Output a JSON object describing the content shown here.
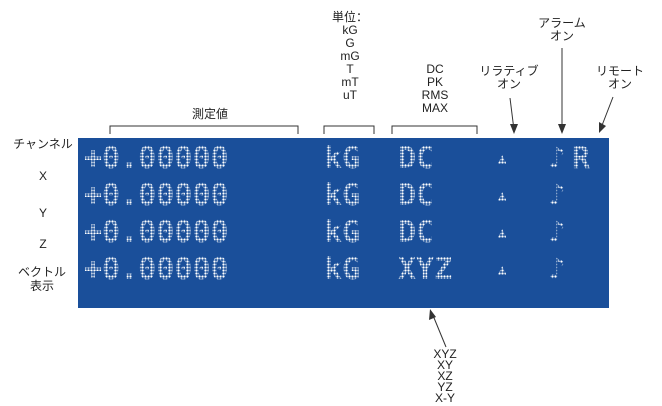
{
  "top_labels": {
    "measured_value": "測定値",
    "unit_lines": [
      "単位：",
      "kG",
      "G",
      "mG",
      "T",
      "mT",
      "uT"
    ],
    "mode_lines": [
      "DC",
      "PK",
      "RMS",
      "MAX"
    ],
    "relative_on_lines": [
      "リラティブ",
      "オン"
    ],
    "alarm_on_lines": [
      "アラーム",
      "オン"
    ],
    "remote_on_lines": [
      "リモート",
      "オン"
    ]
  },
  "row_labels": {
    "channel": "チャンネル",
    "x": "X",
    "y": "Y",
    "z": "Z",
    "vector_lines": [
      "ベクトル",
      "表示"
    ]
  },
  "lcd": {
    "background": "#1a4f9a",
    "rows": [
      {
        "value": "+0.00000",
        "unit": "kG",
        "mode": "DC",
        "relative": "▲",
        "alarm": "♪",
        "remote": "R"
      },
      {
        "value": "+0.00000",
        "unit": "kG",
        "mode": "DC",
        "relative": "▲",
        "alarm": "♪",
        "remote": ""
      },
      {
        "value": "+0.00000",
        "unit": "kG",
        "mode": "DC",
        "relative": "▲",
        "alarm": "♪",
        "remote": ""
      },
      {
        "value": "+0.00000",
        "unit": "kG",
        "mode": "XYZ",
        "relative": "▲",
        "alarm": "♪",
        "remote": ""
      }
    ]
  },
  "bottom_labels": {
    "vector_modes": [
      "XYZ",
      "XY",
      "XZ",
      "YZ",
      "X-Y"
    ]
  }
}
